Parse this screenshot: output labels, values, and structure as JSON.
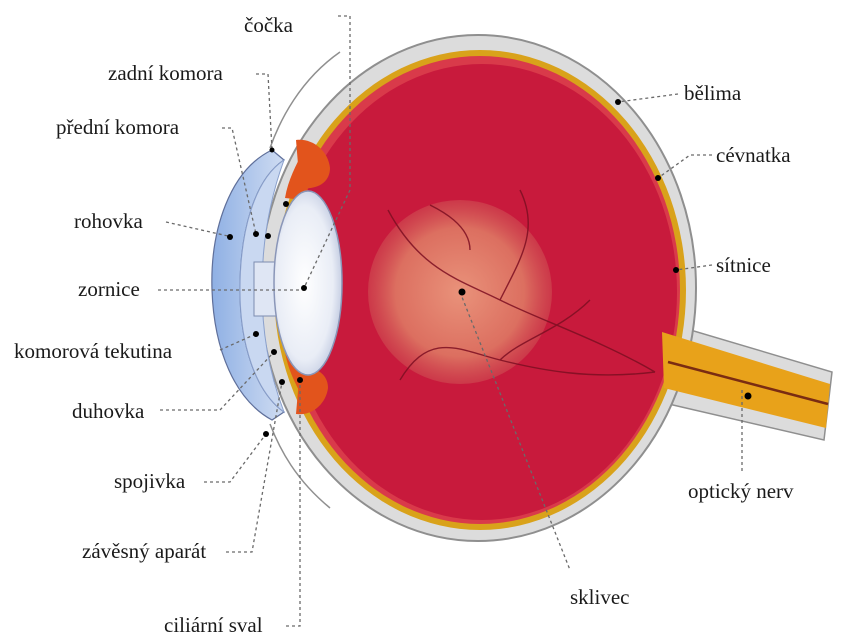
{
  "labels": {
    "cocka": "čočka",
    "zadni_komora": "zadní komora",
    "predni_komora": "přední komora",
    "rohovka": "rohovka",
    "zornice": "zornice",
    "komorova_tekutina": "komorová tekutina",
    "duhovka": "duhovka",
    "spojivka": "spojivka",
    "zavesny_aparat": "závěsný aparát",
    "ciliarni_sval": "ciliární sval",
    "belima": "bělima",
    "cevnatka": "cévnatka",
    "sitnice": "sítnice",
    "opticky_nerv": "optický nerv",
    "sklivec": "sklivec"
  },
  "colors": {
    "sclera": "#dcdcdc",
    "sclera_edge": "#8f8f8f",
    "choroid": "#d9a21a",
    "vitreous": "#c81a3c",
    "vitreous_dark": "#a9102f",
    "macula": "#e4806a",
    "cornea": "#a9c4ea",
    "lens": "#eef1f8",
    "iris": "#e2541c",
    "leader": "#6a6a6a"
  }
}
